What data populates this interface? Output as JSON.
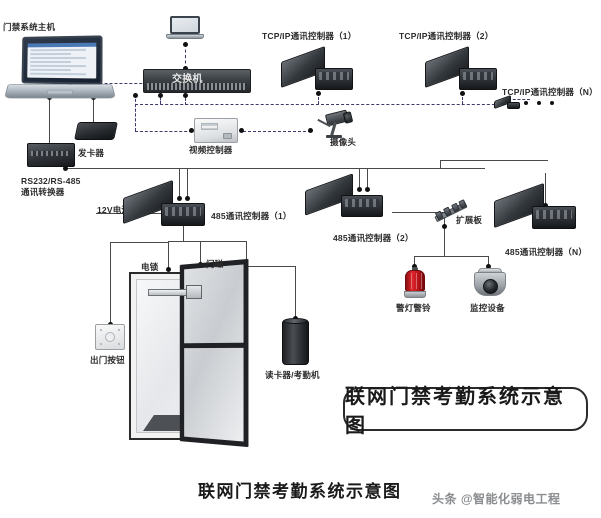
{
  "diagram": {
    "title_pill": "联网门禁考勤系统示意图",
    "caption": "联网门禁考勤系统示意图",
    "watermark": "头条 @智能化弱电工程",
    "background": "#ffffff",
    "wire_color": "#4a4a4a",
    "dashed_color": "#3b3b6b",
    "node_color": "#111111"
  },
  "labels": {
    "host": "门禁系统主机",
    "switch": "交换机",
    "tcpip_controller_1": "TCP/IP通讯控制器（1）",
    "tcpip_controller_2": "TCP/IP通讯控制器（2）",
    "tcpip_controller_n": "TCP/IP通讯控制器（N）",
    "card_issuer": "发卡器",
    "rs232_converter": "RS232/RS-485\n通讯转换器",
    "video_controller": "视频控制器",
    "camera": "摄像头",
    "power_12v": "12V电源",
    "rs485_controller_1": "485通讯控制器（1）",
    "rs485_controller_2": "485通讯控制器（2）",
    "rs485_controller_n": "485通讯控制器（N）",
    "expansion_board": "扩展板",
    "alarm_light_bell": "警灯警铃",
    "monitoring_device": "监控设备",
    "electric_lock": "电锁",
    "door_magnet": "门磁",
    "exit_button": "出门按钮",
    "card_reader": "读卡器/考勤机"
  },
  "chart_data": {
    "type": "diagram",
    "title": "联网门禁考勤系统示意图",
    "nodes": [
      {
        "id": "host",
        "label": "门禁系统主机",
        "kind": "laptop"
      },
      {
        "id": "laptop2",
        "label": "",
        "kind": "laptop-small"
      },
      {
        "id": "switch",
        "label": "交换机",
        "kind": "network-switch"
      },
      {
        "id": "tcp1",
        "label": "TCP/IP通讯控制器（1）",
        "kind": "controller"
      },
      {
        "id": "tcp2",
        "label": "TCP/IP通讯控制器（2）",
        "kind": "controller"
      },
      {
        "id": "tcpn",
        "label": "TCP/IP通讯控制器（N）",
        "kind": "controller"
      },
      {
        "id": "issuer",
        "label": "发卡器",
        "kind": "card-issuer"
      },
      {
        "id": "conv",
        "label": "RS232/RS-485通讯转换器",
        "kind": "converter"
      },
      {
        "id": "vctrl",
        "label": "视频控制器",
        "kind": "video-controller"
      },
      {
        "id": "cam",
        "label": "摄像头",
        "kind": "bullet-camera"
      },
      {
        "id": "pwr",
        "label": "12V电源",
        "kind": "power-supply"
      },
      {
        "id": "c485_1",
        "label": "485通讯控制器（1）",
        "kind": "controller"
      },
      {
        "id": "c485_2",
        "label": "485通讯控制器（2）",
        "kind": "controller"
      },
      {
        "id": "c485_n",
        "label": "485通讯控制器（N）",
        "kind": "controller"
      },
      {
        "id": "expb",
        "label": "扩展板",
        "kind": "expansion-board"
      },
      {
        "id": "alarm",
        "label": "警灯警铃",
        "kind": "alarm-light"
      },
      {
        "id": "dome",
        "label": "监控设备",
        "kind": "dome-camera"
      },
      {
        "id": "lock",
        "label": "电锁",
        "kind": "electric-lock"
      },
      {
        "id": "magnet",
        "label": "门磁",
        "kind": "door-contact"
      },
      {
        "id": "exit",
        "label": "出门按钮",
        "kind": "exit-button"
      },
      {
        "id": "reader",
        "label": "读卡器/考勤机",
        "kind": "card-reader"
      }
    ],
    "edges": [
      {
        "from": "host",
        "to": "switch",
        "style": "dashed"
      },
      {
        "from": "laptop2",
        "to": "switch",
        "style": "dashed"
      },
      {
        "from": "switch",
        "to": "tcp1",
        "style": "dashed"
      },
      {
        "from": "switch",
        "to": "tcp2",
        "style": "dashed"
      },
      {
        "from": "switch",
        "to": "vctrl",
        "style": "dashed"
      },
      {
        "from": "vctrl",
        "to": "cam",
        "style": "dashed"
      },
      {
        "from": "host",
        "to": "issuer",
        "style": "solid"
      },
      {
        "from": "host",
        "to": "conv",
        "style": "solid"
      },
      {
        "from": "conv",
        "to": "c485_1",
        "style": "solid"
      },
      {
        "from": "conv",
        "to": "c485_2",
        "style": "solid"
      },
      {
        "from": "conv",
        "to": "c485_n",
        "style": "solid"
      },
      {
        "from": "pwr",
        "to": "c485_1",
        "style": "solid"
      },
      {
        "from": "c485_1",
        "to": "lock",
        "style": "solid"
      },
      {
        "from": "c485_1",
        "to": "magnet",
        "style": "solid"
      },
      {
        "from": "c485_1",
        "to": "exit",
        "style": "solid"
      },
      {
        "from": "c485_1",
        "to": "reader",
        "style": "solid"
      },
      {
        "from": "c485_2",
        "to": "expb",
        "style": "solid"
      },
      {
        "from": "expb",
        "to": "alarm",
        "style": "solid"
      },
      {
        "from": "expb",
        "to": "dome",
        "style": "solid"
      }
    ]
  }
}
